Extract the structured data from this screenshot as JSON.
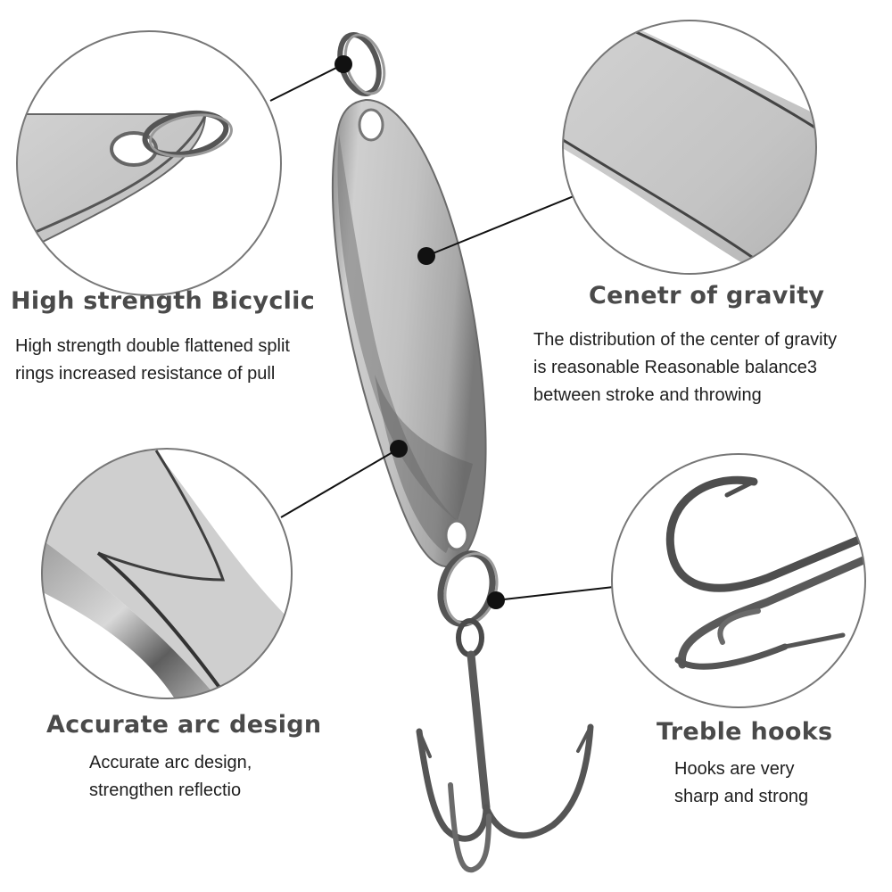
{
  "features": [
    {
      "id": "split-ring",
      "title": "High strength Bicyclic",
      "lines": [
        "High strength double flattened split",
        "rings increased resistance of pull"
      ]
    },
    {
      "id": "center-of-gravity",
      "title": "Cenetr of gravity",
      "lines": [
        "The distribution of the center of gravity",
        "is reasonable Reasonable balance3",
        "between stroke and throwing"
      ]
    },
    {
      "id": "arc-design",
      "title": "Accurate arc design",
      "lines": [
        "Accurate arc design,",
        "strengthen reflectio"
      ]
    },
    {
      "id": "treble-hooks",
      "title": "Treble hooks",
      "lines": [
        "Hooks are very",
        "sharp and strong"
      ]
    }
  ],
  "colors": {
    "background": "#ffffff",
    "title": "#4a4a4a",
    "text": "#1e1e1e",
    "metal_light": "#d6d6d6",
    "metal_dark": "#5a5a5a"
  }
}
